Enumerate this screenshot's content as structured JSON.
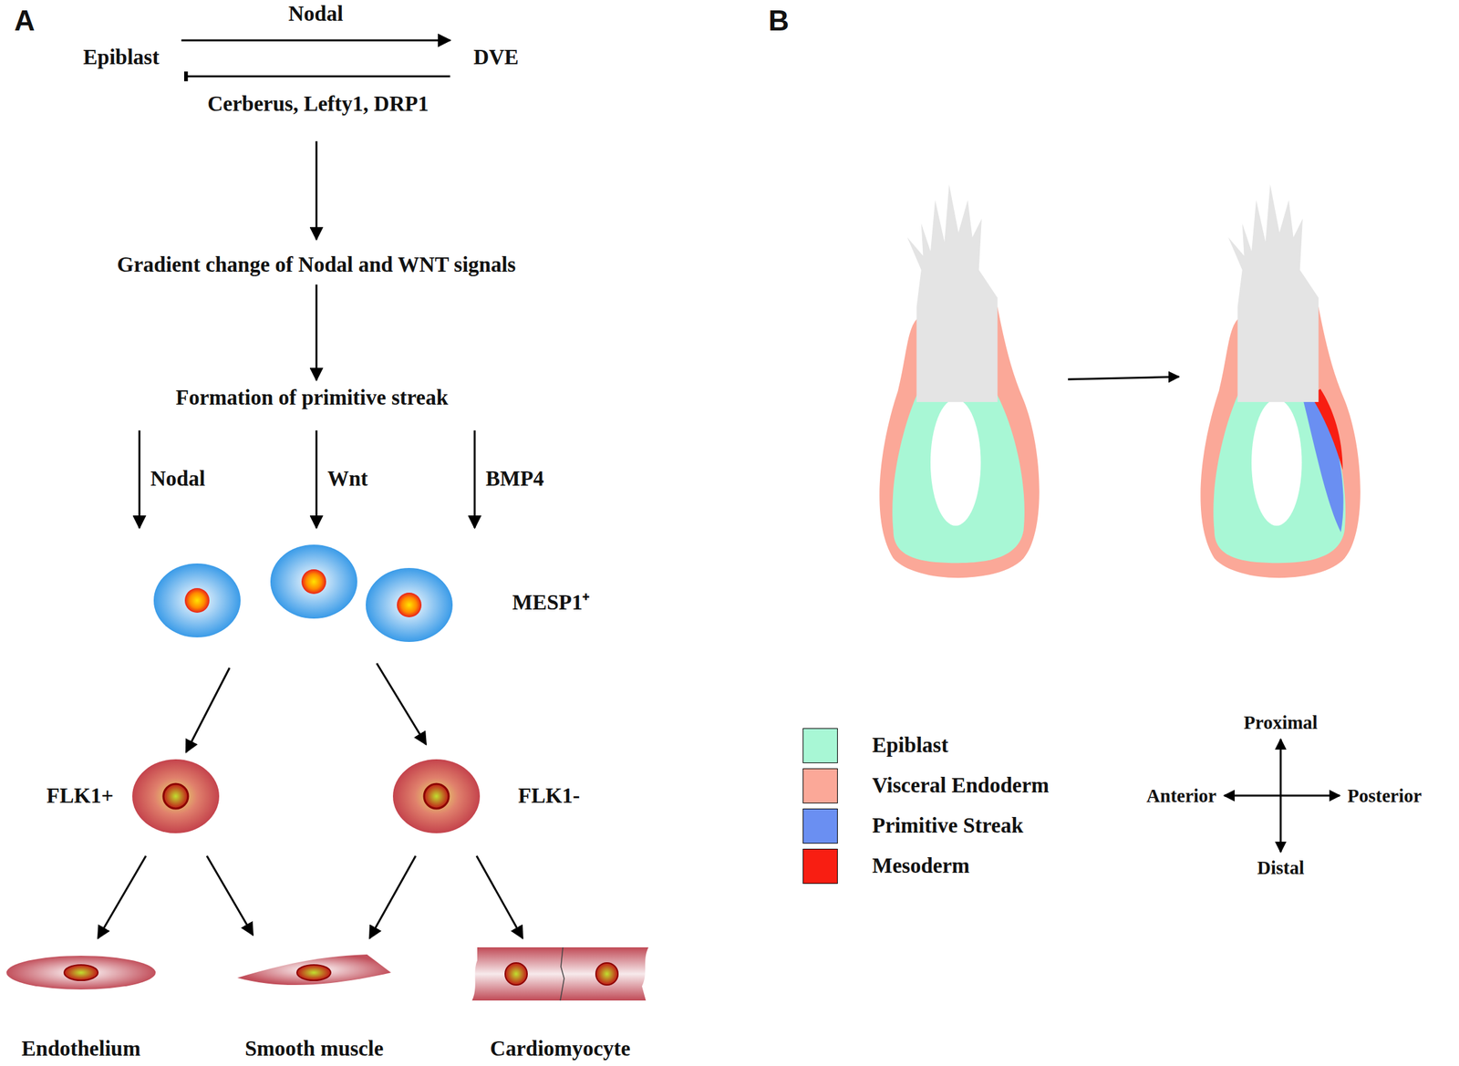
{
  "diagram": {
    "nodes": [
      {
        "text": [
          "Epiblast"
        ]
      },
      {
        "text": [
          "DVE"
        ]
      },
      {
        "text": [
          "Gradient change of Nodal and WNT signals"
        ]
      },
      {
        "text": [
          "Formation of  primitive streak"
        ]
      },
      {
        "text": [
          "MESP1⁺"
        ]
      },
      {
        "text": [
          "FLK1+"
        ]
      },
      {
        "text": [
          "FLK1-"
        ]
      },
      {
        "text": [
          "Endothelium"
        ]
      },
      {
        "text": [
          "Smooth muscle"
        ]
      },
      {
        "text": [
          "Cardiomyocyte"
        ]
      }
    ],
    "edges": [
      {
        "from": 0,
        "to": 1,
        "label": "Nodal",
        "arrow": "to"
      },
      {
        "from": 1,
        "to": 0,
        "label": "Cerberus, Lefty1, DRP1",
        "arrow": "to"
      },
      {
        "from": 0,
        "to": 2,
        "arrow": "to"
      },
      {
        "from": 2,
        "to": 3,
        "arrow": "to"
      },
      {
        "from": 3,
        "to": 4,
        "label": "Nodal",
        "arrow": "to"
      },
      {
        "from": 3,
        "to": 4,
        "label": "Wnt",
        "arrow": "to"
      },
      {
        "from": 3,
        "to": 4,
        "label": "BMP4",
        "arrow": "to"
      },
      {
        "from": 4,
        "to": 5,
        "arrow": "to"
      },
      {
        "from": 4,
        "to": 6,
        "arrow": "to"
      },
      {
        "from": 5,
        "to": 7,
        "arrow": "to"
      },
      {
        "from": 5,
        "to": 8,
        "arrow": "to"
      },
      {
        "from": 6,
        "to": 8,
        "arrow": "to"
      },
      {
        "from": 6,
        "to": 9,
        "arrow": "to"
      }
    ],
    "labels": [
      "A",
      "B",
      "Proximal",
      "Anterior",
      "Posterior",
      "Distal"
    ],
    "legend": [
      {
        "text": "Epiblast",
        "color": "#a8f7d5"
      },
      {
        "text": "Visceral Endoderm",
        "color": "#fba898"
      },
      {
        "text": "Primitive Streak",
        "color": "#6a8ff2"
      },
      {
        "text": "Mesoderm",
        "color": "#f81e12"
      }
    ]
  }
}
